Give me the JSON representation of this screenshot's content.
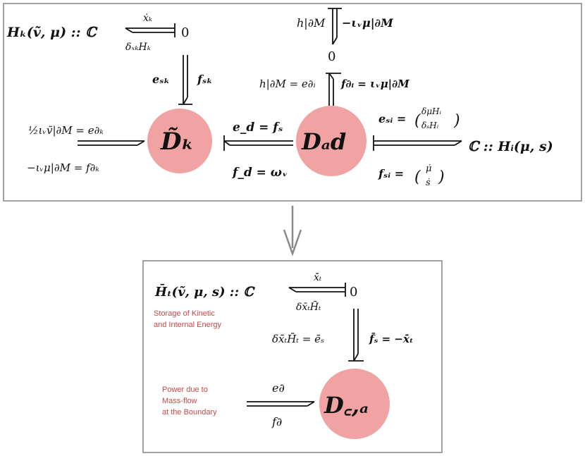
{
  "top_diagram": {
    "hk_label": "Hₖ(ṽ, μ) :: ℂ",
    "xk_dot": "ẋₖ",
    "delta_xk_hk": "δₓₖHₖ",
    "zero_left": "0",
    "e_sk": "eₛₖ",
    "f_sk": "fₛₖ",
    "h_boundary_top": "h|∂M",
    "iota_mu_top": "−ιᵥμ|∂M",
    "zero_right": "0",
    "h_eq_e_di": "h|∂M = e∂ᵢ",
    "f_di_eq": "f∂ᵢ = ιᵥμ|∂M",
    "node_dk": "D̃ₖ",
    "node_dad": "Dₐd",
    "e_dk_label": "½ιᵥṽ|∂M = e∂ₖ",
    "f_dk_label": "−ιᵥμ|∂M = f∂ₖ",
    "e_d_label": "e_d = fₛ",
    "f_d_label": "f_d = ωᵥ",
    "e_si_label": "eₛᵢ =",
    "e_si_vec_top": "δμHᵢ",
    "e_si_vec_bottom": "δₛHᵢ",
    "f_si_label": "fₛᵢ =",
    "f_si_vec_top": "μ̇",
    "f_si_vec_bottom": "ṡ",
    "hi_label": "ℂ :: Hᵢ(μ, s)"
  },
  "bottom_diagram": {
    "ht_label": "H̄ₜ(ṽ, μ, s) :: ℂ",
    "xt_dot": "x̄̇ₜ",
    "delta_xt_ht": "δx̄ₜH̄ₜ",
    "zero": "0",
    "storage_note_line1": "Storage of Kinetic",
    "storage_note_line2": "and Internal Energy",
    "es_label": "δx̄ₜH̄ₜ = ēₛ",
    "fs_label": "f̄ₛ = −x̄̇ₜ",
    "power_note_line1": "Power due to",
    "power_note_line2": "Mass-flow",
    "power_note_line3": "at the Boundary",
    "e_boundary": "e∂",
    "f_boundary": "f∂",
    "node_ca": "D꜀,ₐ"
  },
  "colors": {
    "node_fill": "#f1a3a3",
    "note_text": "#c9484a",
    "frame": "#8a8a8a",
    "arrow": "#8a8a8a"
  }
}
